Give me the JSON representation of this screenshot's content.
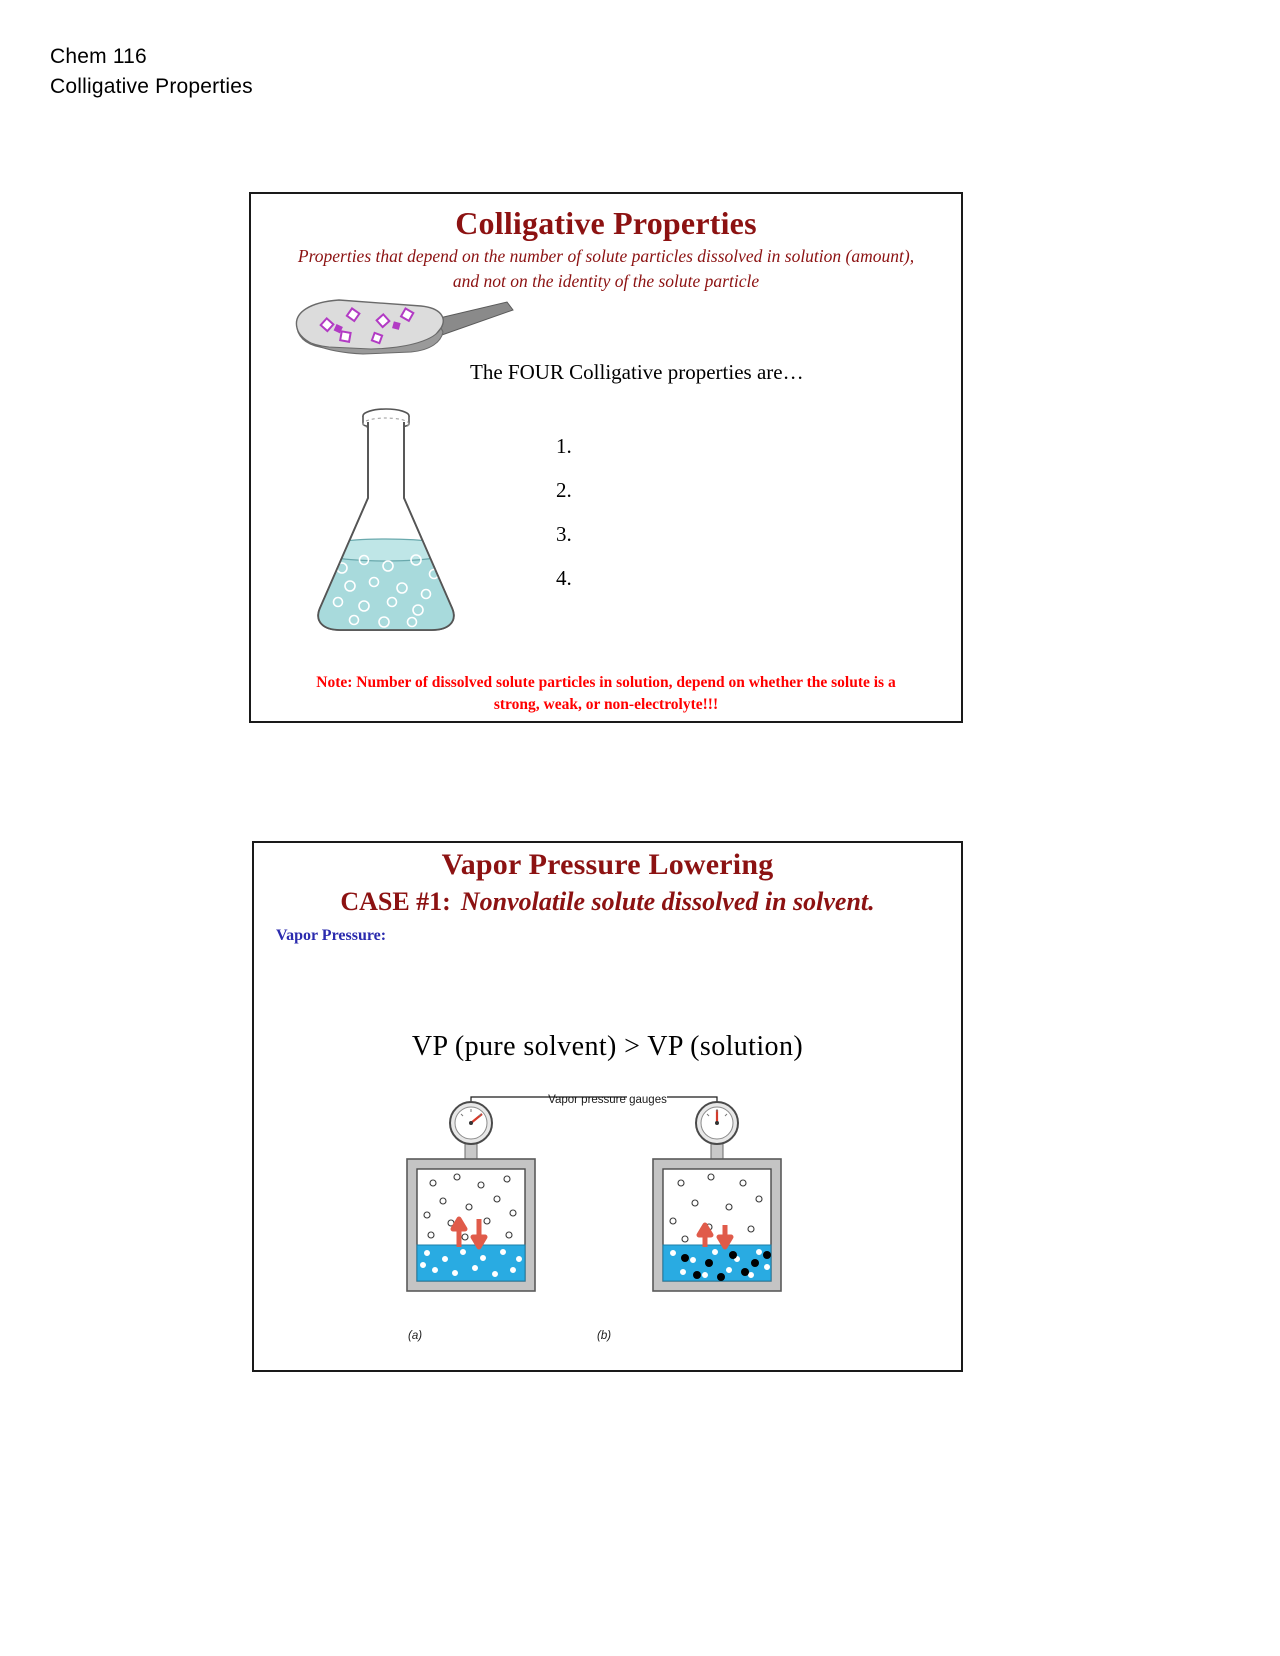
{
  "page_header": {
    "line1": "Chem 116",
    "line2": "Colligative Properties"
  },
  "colors": {
    "title_red": "#8C1212",
    "note_red": "#FF0000",
    "blue_label": "#2B2BAE",
    "liquid_blue": "#ADD8E6",
    "solution_blue": "#29ABE2",
    "arrow_red": "#E05B4A",
    "flask_liquid": "#A8DADC"
  },
  "slide1": {
    "title": "Colligative Properties",
    "subtitle_line1": "Properties that depend on the number of solute particles dissolved in solution (amount),",
    "subtitle_line2": "and not on the identity of the solute particle",
    "four_props_text": "The FOUR Colligative properties are…",
    "list": [
      "1.",
      "2.",
      "3.",
      "4."
    ],
    "note_line1": "Note: Number of dissolved solute particles in solution, depend on whether the solute is a",
    "note_line2": "strong, weak, or non-electrolyte!!!",
    "icons": {
      "scoop": "spatula-scoop-icon",
      "flask": "erlenmeyer-flask-icon"
    }
  },
  "slide2": {
    "title": "Vapor Pressure Lowering",
    "case_label": "CASE #1:",
    "case_text": "Nonvolatile solute dissolved in solvent.",
    "vapor_pressure_label": "Vapor Pressure:",
    "equation": "VP  (pure solvent)   >  VP  (solution)",
    "diagram": {
      "gauge_caption": "Vapor pressure gauges",
      "panel_a_label": "(a)",
      "panel_b_label": "(b)",
      "icons": {
        "gauge": "pressure-gauge-icon",
        "container": "sealed-container-icon",
        "up_arrow": "evaporation-arrow-icon",
        "down_arrow": "condensation-arrow-icon"
      }
    }
  }
}
